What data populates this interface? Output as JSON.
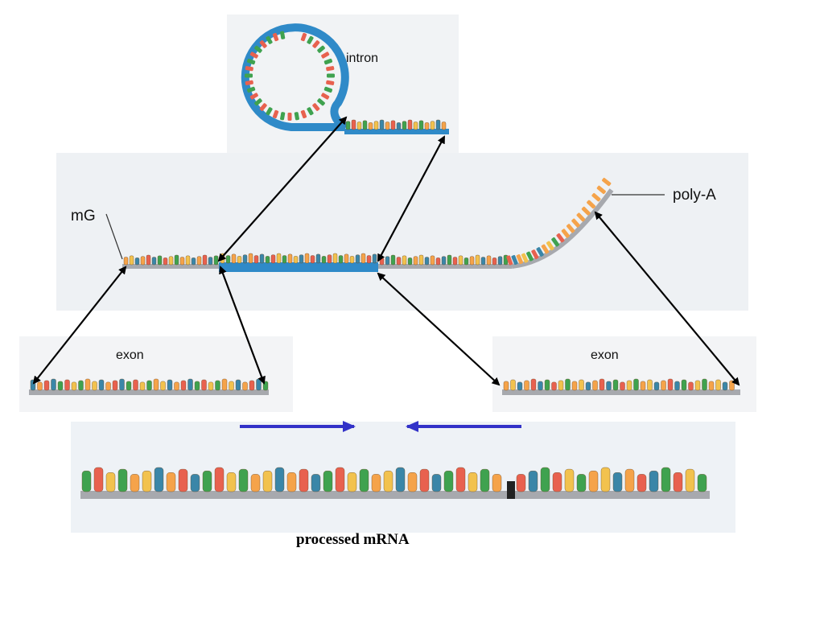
{
  "labels": {
    "intron": "intron",
    "mg": "mG",
    "poly_a": "poly-A",
    "exon_left": "exon",
    "exon_right": "exon",
    "caption": "processed mRNA"
  },
  "colors": {
    "background_panel": "#eef1f4",
    "backbone_gray": "#a7a9ae",
    "intron_blue": "#2f8ac8",
    "base_palette": [
      "#e8614f",
      "#f5a34a",
      "#3fa24f",
      "#3a86a8",
      "#f2c24e"
    ],
    "join_arrow": "#3232c8",
    "mapping_arrow": "#000000",
    "splice_junction": "#222222"
  }
}
